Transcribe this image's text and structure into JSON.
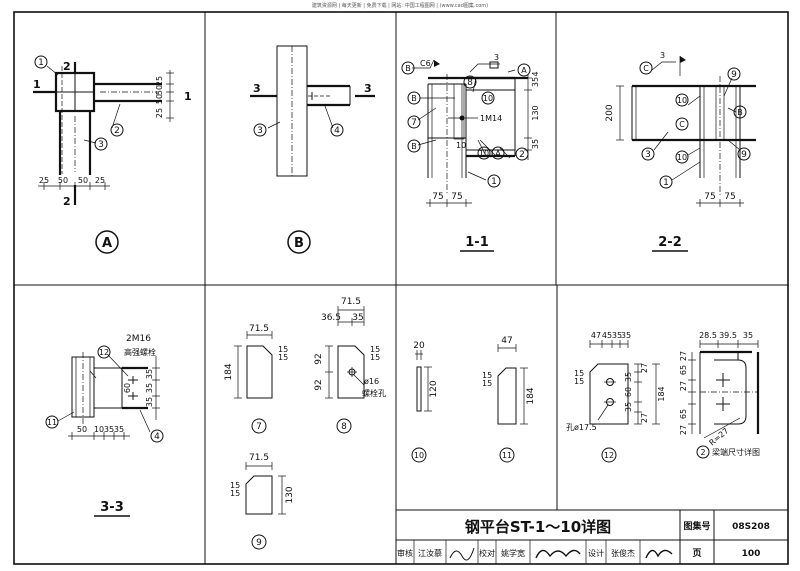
{
  "header": {
    "watermark": "建筑资源网 | 每天更新 | 免费下载 | 网站: 中国工程图网 | (www.cad图集.com)"
  },
  "panels": {
    "A": {
      "label": "A",
      "section_mark": "1",
      "cut_mark": "2",
      "callouts": [
        "1",
        "2",
        "3"
      ],
      "dims_right": [
        "25",
        "50",
        "50",
        "25"
      ],
      "dims_bottom": [
        "25",
        "50",
        "50",
        "25"
      ]
    },
    "B": {
      "label": "B",
      "section_mark": "3",
      "callouts": [
        "3",
        "4"
      ]
    },
    "s1_1": {
      "title": "1-1",
      "weld_label": "C6",
      "weld_num": "3",
      "bolt_label": "1M14",
      "weld_size": "10",
      "markers": [
        "B",
        "A",
        "B",
        "A"
      ],
      "callouts": [
        "8",
        "10",
        "7",
        "10",
        "2",
        "1"
      ],
      "dims_right": [
        "35",
        "4",
        "130",
        "35"
      ],
      "dims_bottom": [
        "75",
        "75"
      ]
    },
    "s2_2": {
      "title": "2-2",
      "marker": "C",
      "weld_num": "3",
      "markers": [
        "B",
        "C"
      ],
      "callouts": [
        "9",
        "10",
        "9",
        "3",
        "10",
        "1"
      ],
      "dim_left": "200",
      "dims_bottom": [
        "75",
        "75"
      ]
    },
    "s3_3": {
      "title": "3-3",
      "bolt_label": "2M16",
      "bolt_note": "高强螺栓",
      "callouts": [
        "12",
        "11",
        "4"
      ],
      "dims_right": [
        "35",
        "35",
        "60",
        "35"
      ],
      "dims_bottom": [
        "50",
        "10",
        "35",
        "35"
      ]
    },
    "p7": {
      "label": "7",
      "w": "71.5",
      "h": "184",
      "c1": "15",
      "c2": "15"
    },
    "p8": {
      "label": "8",
      "w": "71.5",
      "w1": "36.5",
      "w2": "35",
      "h1": "92",
      "h2": "92",
      "c1": "15",
      "c2": "15",
      "hole": "ø16",
      "note": "螺栓孔"
    },
    "p9": {
      "label": "9",
      "w": "71.5",
      "h": "130",
      "c1": "15",
      "c2": "15"
    },
    "p10": {
      "label": "10",
      "w": "20",
      "h": "120"
    },
    "p11": {
      "label": "11",
      "w": "47",
      "h": "184",
      "c1": "15",
      "c2": "15"
    },
    "p12": {
      "label": "12",
      "top": [
        "47",
        "45",
        "35",
        "35"
      ],
      "c1": "15",
      "c2": "15",
      "right": [
        "27",
        "35",
        "60",
        "35",
        "27"
      ],
      "total": "184",
      "hole": "孔ø17.5"
    },
    "beam_end": {
      "top": [
        "28.5",
        "39.5",
        "35"
      ],
      "left": [
        "27",
        "65",
        "27",
        "65",
        "27"
      ],
      "radius": "R=27",
      "label": "2",
      "note": "梁端尺寸详图"
    }
  },
  "title_block": {
    "title": "钢平台ST-1～10详图",
    "atlas_label": "图集号",
    "atlas_no": "08S208",
    "page_label": "页",
    "page_no": "100",
    "review_label": "审核",
    "reviewer": "江汝慕",
    "check_label": "校对",
    "checker": "姚学宽",
    "design_label": "设计",
    "designer": "张俊杰"
  }
}
